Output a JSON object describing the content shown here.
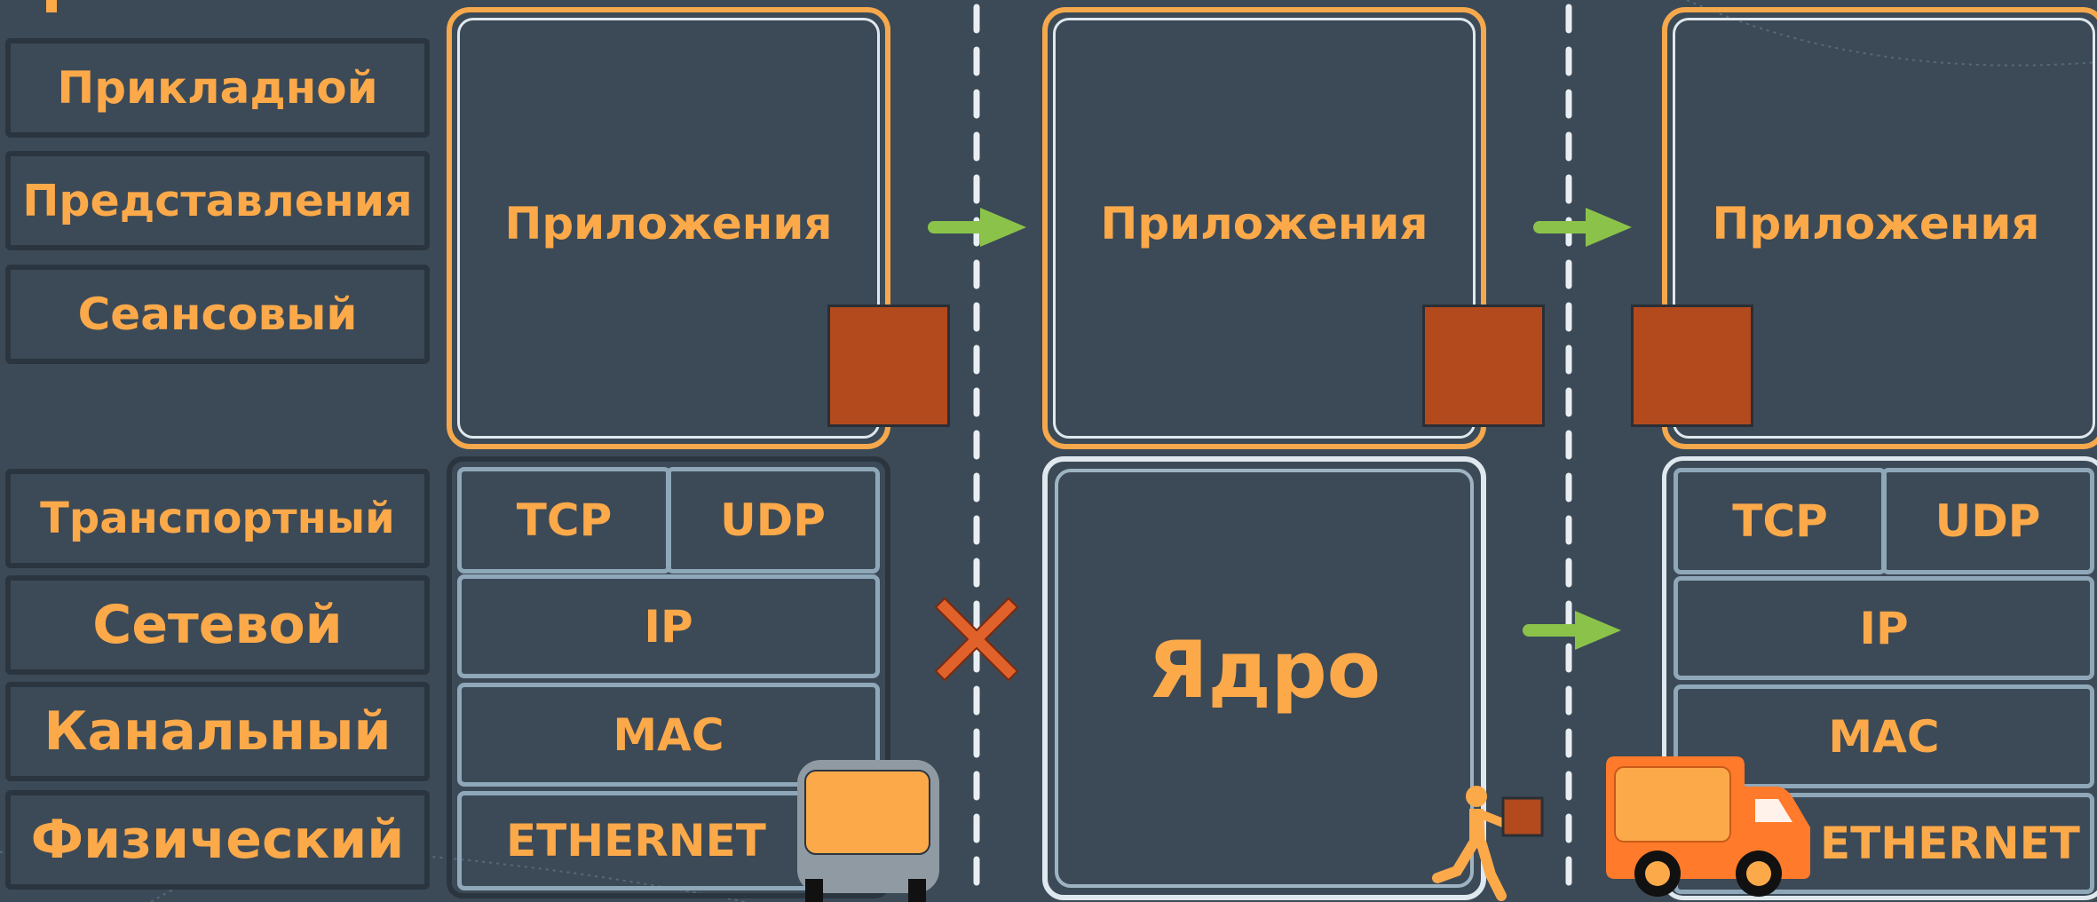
{
  "osi_layers": {
    "application": "Прикладной",
    "presentation": "Представления",
    "session": "Сеансовый",
    "transport": "Транспортный",
    "network": "Сетевой",
    "datalink": "Канальный",
    "physical": "Физический"
  },
  "left_host": {
    "app_label": "Приложения",
    "tcp": "TCP",
    "udp": "UDP",
    "ip": "IP",
    "mac": "MAC",
    "ethernet": "ETHERNET"
  },
  "middle_host": {
    "app_label": "Приложения",
    "kernel_label": "Ядро"
  },
  "right_host": {
    "app_label": "Приложения",
    "tcp": "TCP",
    "udp": "UDP",
    "ip": "IP",
    "mac": "MAC",
    "ethernet": "ETHERNET"
  },
  "colors": {
    "background": "#3c4a57",
    "label_text": "#fca94a",
    "app_border": "#f5a84c",
    "packet": "#b24a1d",
    "arrow": "#8bc34a",
    "block_mark": "#e0622a",
    "truck": "#ff7a2a"
  },
  "icons": [
    "arrow-right-icon",
    "blocked-x-icon",
    "bus-icon",
    "courier-icon",
    "truck-icon",
    "box-icon"
  ]
}
